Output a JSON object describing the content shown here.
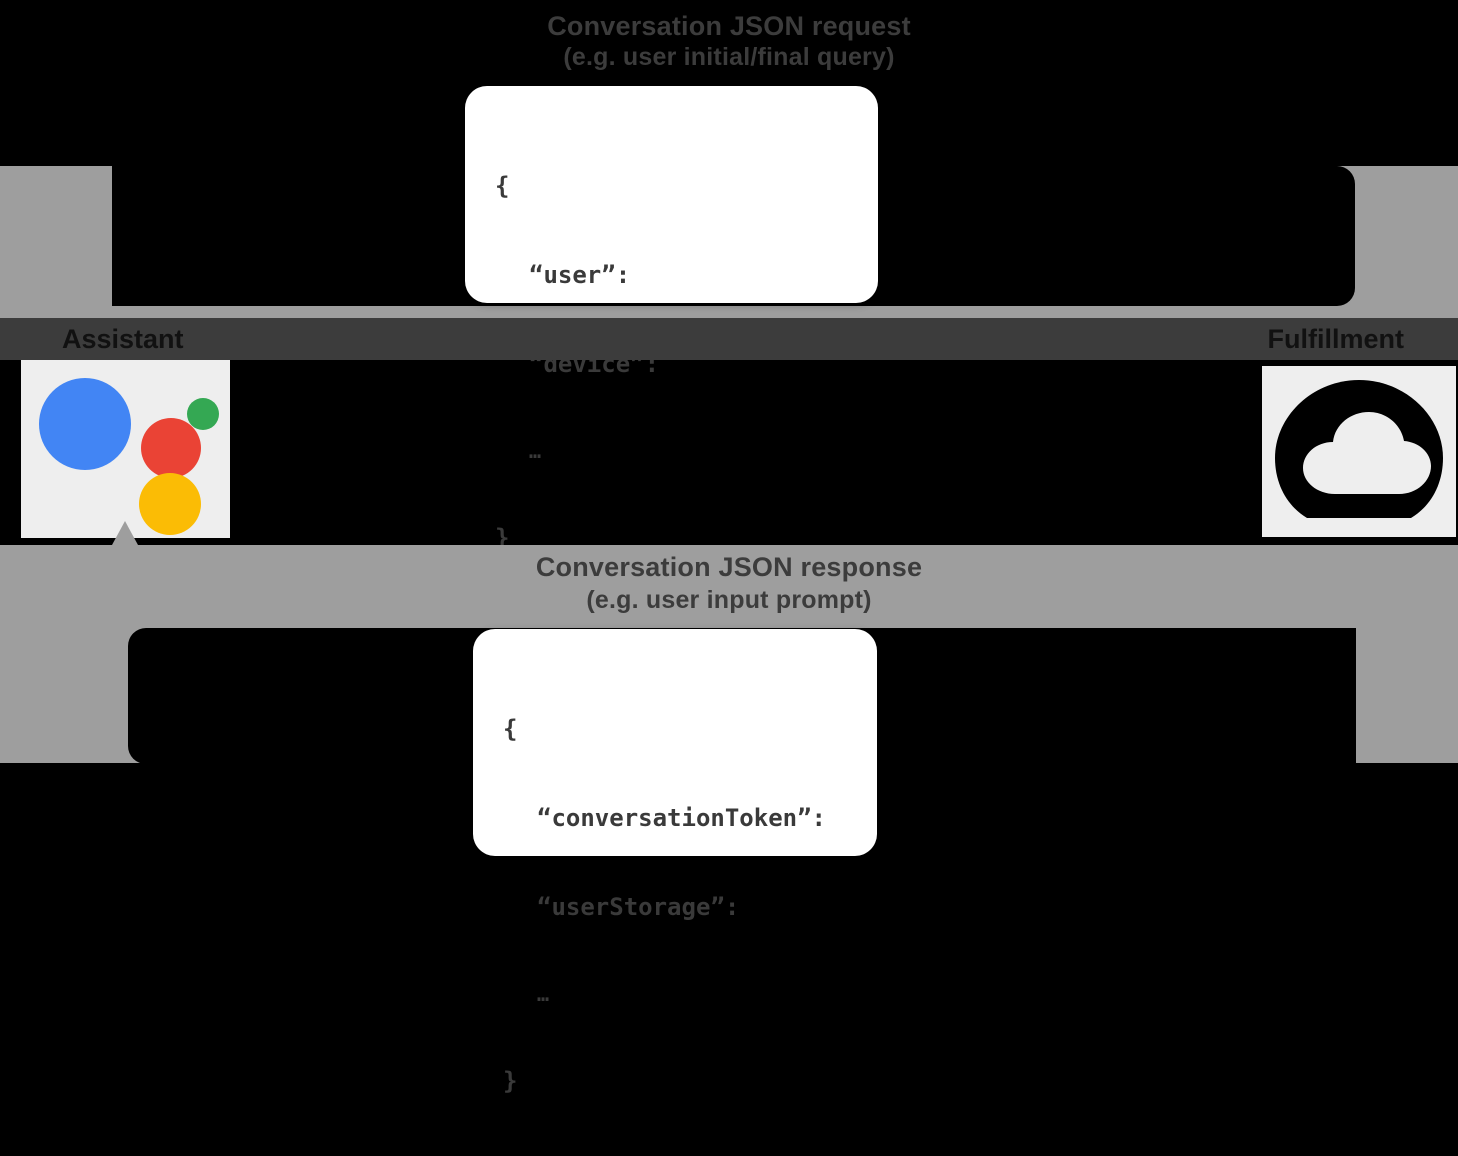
{
  "diagram": {
    "type": "flow",
    "background_color": "#000000",
    "arrow_color": "#9e9e9e",
    "panel_color": "#000000",
    "label_strip_color": "#3c3c3c"
  },
  "request_flow": {
    "title": "Conversation JSON request",
    "subtitle": "(e.g. user initial/final query)",
    "direction": "assistant-to-fulfillment",
    "code": {
      "open_brace": "{",
      "lines": [
        "“user”:",
        "“device”:"
      ],
      "ellipsis": "…",
      "close_brace": "}"
    }
  },
  "response_flow": {
    "title": "Conversation JSON response",
    "subtitle": "(e.g. user input prompt)",
    "direction": "fulfillment-to-assistant",
    "code": {
      "open_brace": "{",
      "lines": [
        "“conversationToken”:",
        "“userStorage”:"
      ],
      "ellipsis": "…",
      "close_brace": "}"
    }
  },
  "endpoints": {
    "left": {
      "label": "Assistant",
      "icon": "google-assistant-icon",
      "tile_color": "#eeeeee",
      "colors": {
        "blue": "#4285F4",
        "red": "#EA4335",
        "green": "#34A853",
        "yellow": "#FBBC05"
      }
    },
    "right": {
      "label": "Fulfillment",
      "icon": "cloud-functions-icon",
      "tile_color": "#eeeeee",
      "colors": {
        "glyph": "#000000",
        "cloud": "#eeeeee"
      }
    }
  }
}
